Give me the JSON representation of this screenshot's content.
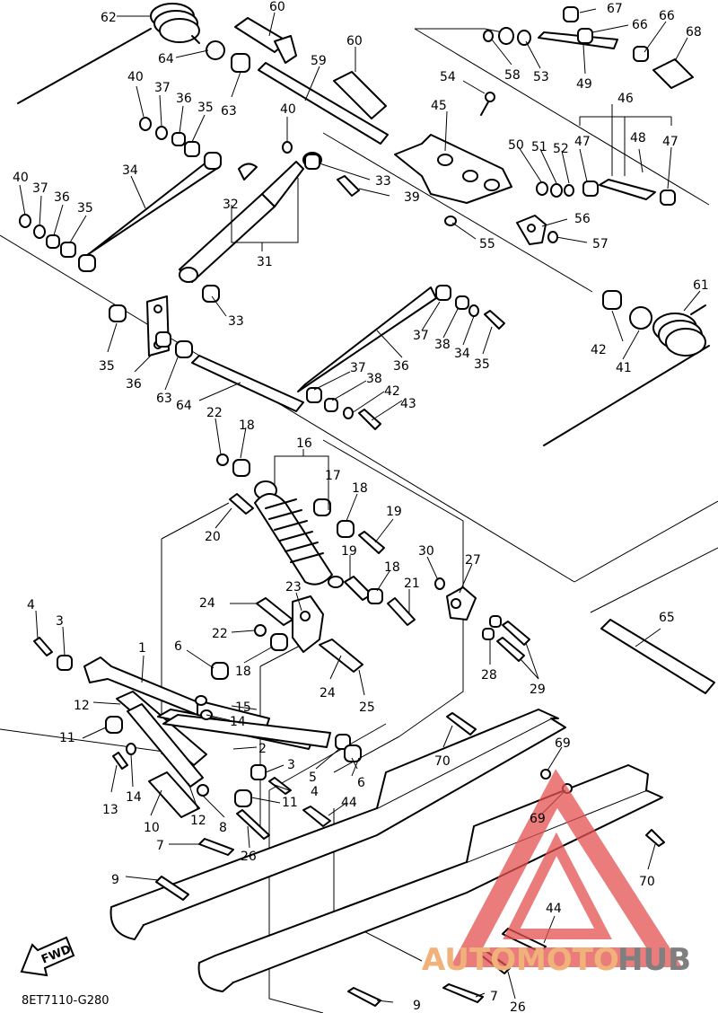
{
  "diagram": {
    "code": "8ET7110-G280",
    "fwd_label": "FWD"
  },
  "watermark": {
    "text_left": "AUTOMOTO",
    "text_right": "HUB",
    "color_left": "#f0b27a",
    "color_right": "#7f7f7f",
    "triangle_color": "#e45151"
  },
  "callouts": [
    "62",
    "60",
    "60",
    "67",
    "66",
    "66",
    "68",
    "64",
    "63",
    "59",
    "58",
    "53",
    "49",
    "40",
    "37",
    "36",
    "35",
    "40",
    "54",
    "45",
    "34",
    "50",
    "51",
    "52",
    "47",
    "48",
    "47",
    "46",
    "40",
    "37",
    "36",
    "35",
    "32",
    "33",
    "39",
    "56",
    "55",
    "57",
    "31",
    "33",
    "61",
    "42",
    "41",
    "35",
    "36",
    "37",
    "38",
    "34",
    "35",
    "36",
    "37",
    "38",
    "42",
    "43",
    "63",
    "64",
    "22",
    "18",
    "16",
    "17",
    "18",
    "19",
    "20",
    "19",
    "18",
    "30",
    "27",
    "21",
    "65",
    "4",
    "3",
    "1",
    "6",
    "24",
    "23",
    "22",
    "18",
    "24",
    "25",
    "28",
    "29",
    "12",
    "15",
    "14",
    "11",
    "2",
    "3",
    "5",
    "4",
    "70",
    "69",
    "13",
    "14",
    "10",
    "12",
    "8",
    "11",
    "44",
    "6",
    "7",
    "26",
    "69",
    "70",
    "9",
    "44",
    "9",
    "7",
    "26"
  ]
}
